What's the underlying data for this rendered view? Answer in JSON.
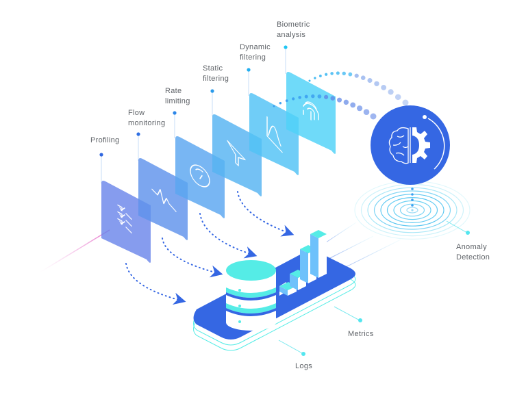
{
  "diagram": {
    "title": "",
    "layers": [
      {
        "id": "profiling",
        "label": "Profiling",
        "icon": "checklist-icon",
        "color": "#6b86ea"
      },
      {
        "id": "flow-monitoring",
        "label": "Flow\nmonitoring",
        "icon": "pulse-icon",
        "color": "#5f93ec"
      },
      {
        "id": "rate-limiting",
        "label": "Rate\nlimiting",
        "icon": "gauge-icon",
        "color": "#5aa6f0"
      },
      {
        "id": "static-filtering",
        "label": "Static\nfiltering",
        "icon": "funnel-icon",
        "color": "#55b3f2"
      },
      {
        "id": "dynamic-filtering",
        "label": "Dynamic\nfiltering",
        "icon": "bell-curve-icon",
        "color": "#50c2f5"
      },
      {
        "id": "biometric-analysis",
        "label": "Biometric\nanalysis",
        "icon": "fingerprint-icon",
        "color": "#4fd2f8"
      }
    ],
    "ai_engine": {
      "icon": "brain-gear-icon",
      "color": "#3567e3"
    },
    "outputs": [
      {
        "id": "anomaly-detection",
        "label": "Anomaly\nDetection"
      },
      {
        "id": "metrics",
        "label": "Metrics"
      },
      {
        "id": "logs",
        "label": "Logs"
      }
    ],
    "platform": {
      "color": "#3567e3",
      "accent": "#55ece6"
    },
    "colors": {
      "label_text": "#5f6368",
      "dot_blue": "#3a78e6",
      "dot_cyan": "#54e6ef",
      "arrow": "#3567e3"
    }
  }
}
